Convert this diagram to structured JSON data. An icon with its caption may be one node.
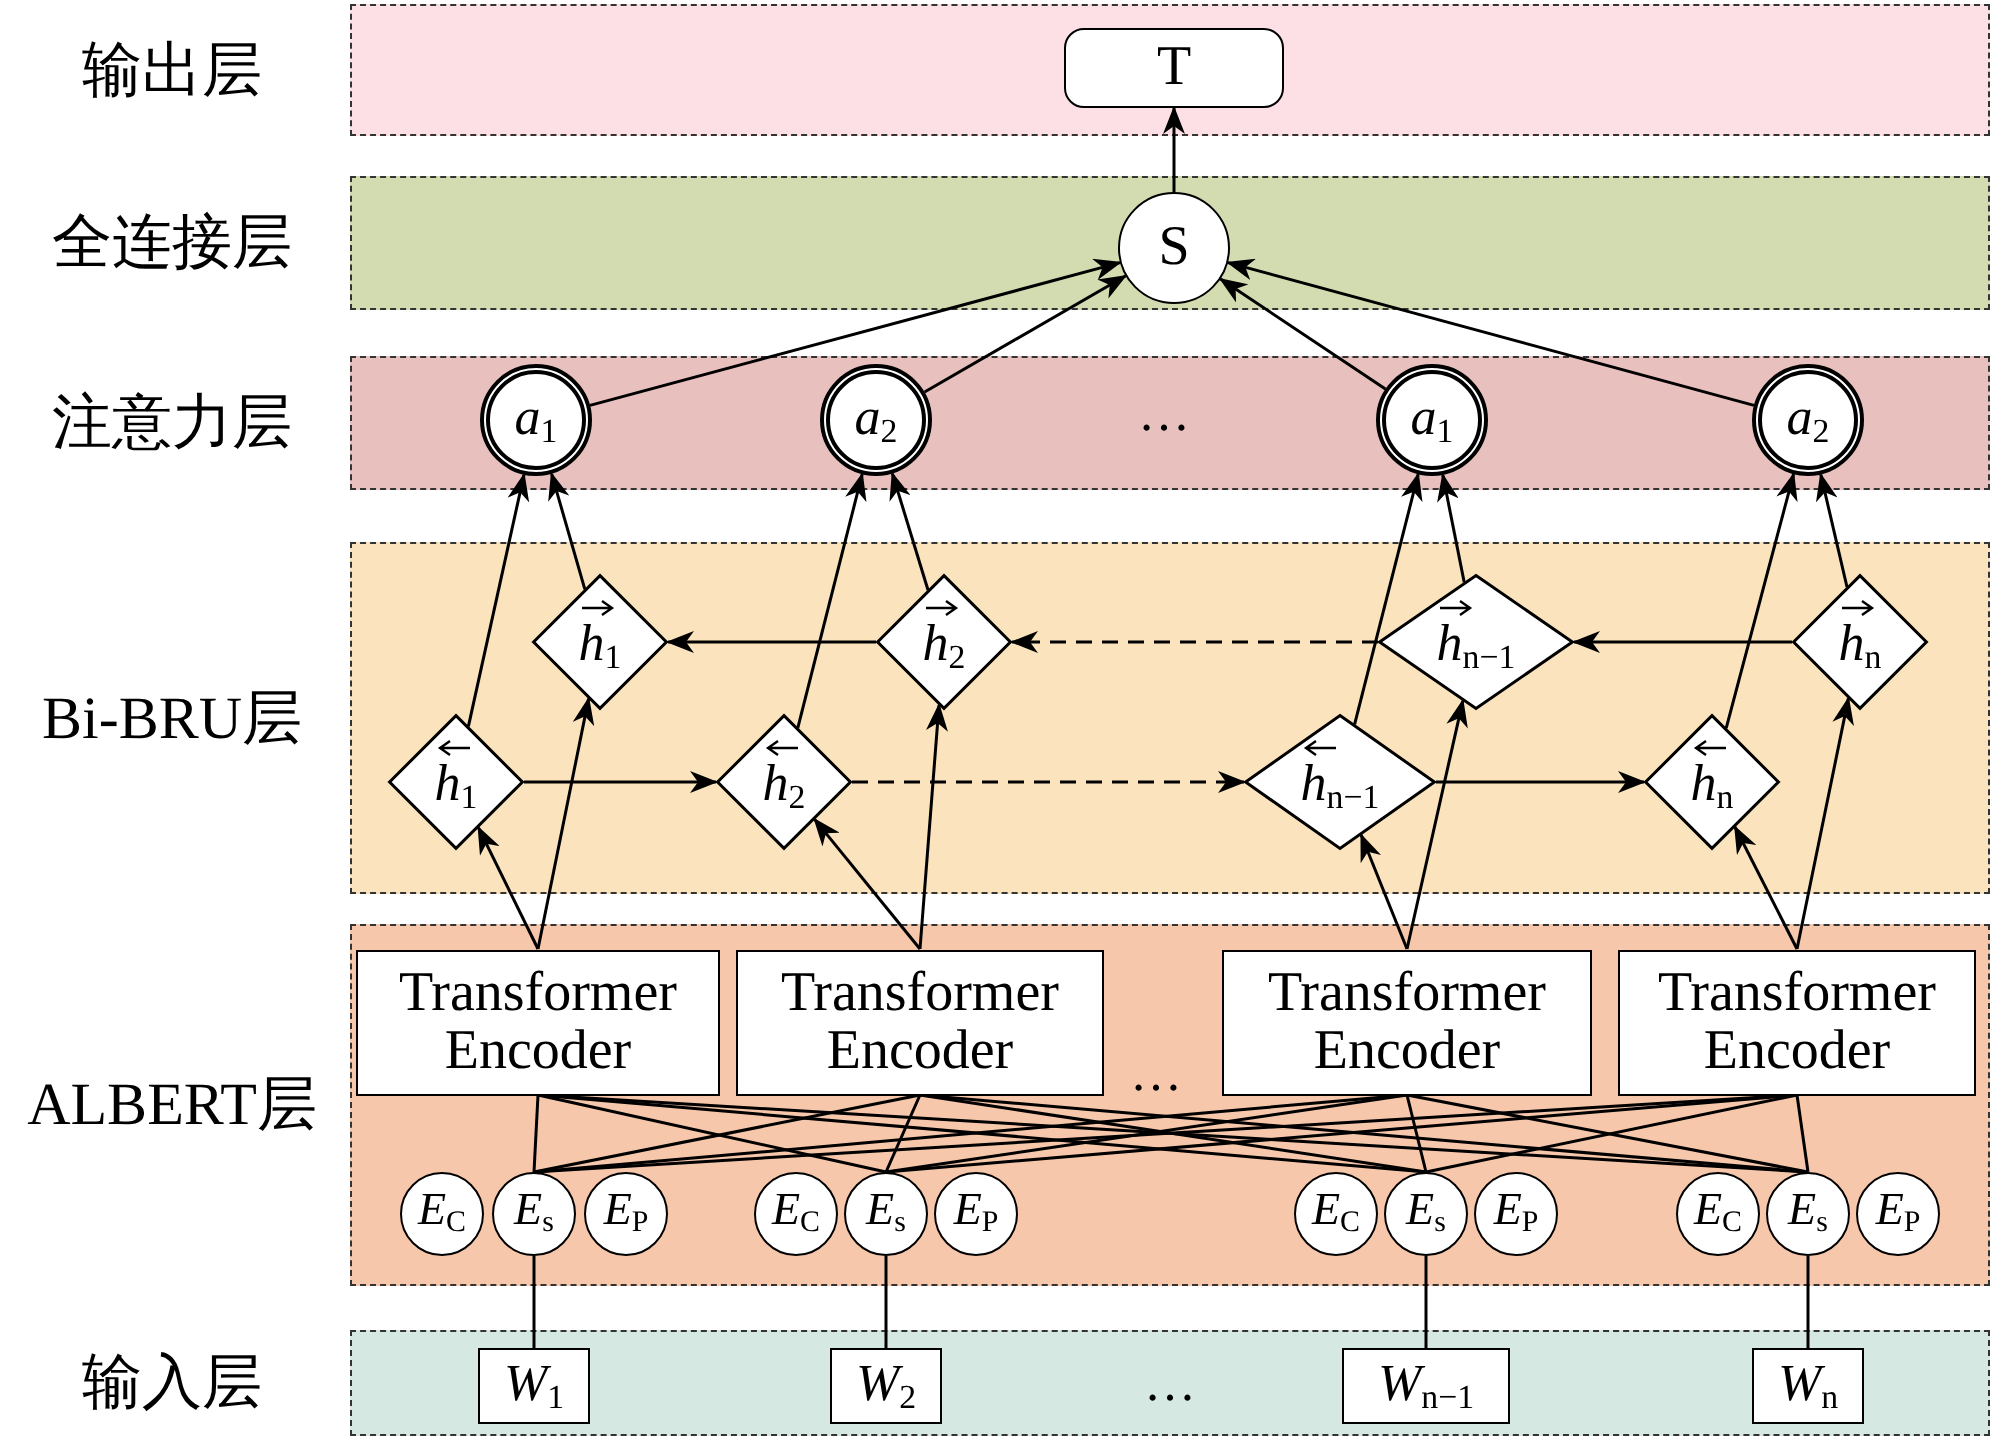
{
  "diagram": {
    "nodes": [
      {
        "text": [
          "输出层"
        ]
      },
      {
        "text": [
          "T"
        ],
        "in": 0
      },
      {
        "text": [
          "全连接层"
        ]
      },
      {
        "text": [
          "S"
        ],
        "in": 2
      },
      {
        "text": [
          "注意力层"
        ]
      },
      {
        "text": [
          "*a*$_{1}$"
        ],
        "in": 4
      },
      {
        "text": [
          "*a*$_{2}$"
        ],
        "in": 4
      },
      {
        "text": [
          "*a*$_{1}$"
        ],
        "in": 4
      },
      {
        "text": [
          "*a*$_{2}$"
        ],
        "in": 4
      },
      {
        "text": [
          "Bi-BRU层"
        ]
      },
      {
        "text": [
          "*h*$_{1}$"
        ],
        "in": 9
      },
      {
        "text": [
          "*h*$_{2}$"
        ],
        "in": 9
      },
      {
        "text": [
          "*h*$_{n−1}$"
        ],
        "in": 9
      },
      {
        "text": [
          "*h*$_{n}$"
        ],
        "in": 9
      },
      {
        "text": [
          "*h*$_{1}$"
        ],
        "in": 9
      },
      {
        "text": [
          "*h*$_{2}$"
        ],
        "in": 9
      },
      {
        "text": [
          "*h*$_{n−1}$"
        ],
        "in": 9
      },
      {
        "text": [
          "*h*$_{n}$"
        ],
        "in": 9
      },
      {
        "text": [
          "ALBERT层"
        ]
      },
      {
        "text": [
          "Transformer Encoder"
        ],
        "in": 18
      },
      {
        "text": [
          "Transformer Encoder"
        ],
        "in": 18
      },
      {
        "text": [
          "Transformer Encoder"
        ],
        "in": 18
      },
      {
        "text": [
          "Transformer Encoder"
        ],
        "in": 18
      },
      {
        "text": [
          "*E*$_{C}$"
        ],
        "in": 18
      },
      {
        "text": [
          "*E*$_{s}$"
        ],
        "in": 18
      },
      {
        "text": [
          "*E*$_{P}$"
        ],
        "in": 18
      },
      {
        "text": [
          "*E*$_{C}$"
        ],
        "in": 18
      },
      {
        "text": [
          "*E*$_{s}$"
        ],
        "in": 18
      },
      {
        "text": [
          "*E*$_{P}$"
        ],
        "in": 18
      },
      {
        "text": [
          "*E*$_{C}$"
        ],
        "in": 18
      },
      {
        "text": [
          "*E*$_{s}$"
        ],
        "in": 18
      },
      {
        "text": [
          "*E*$_{P}$"
        ],
        "in": 18
      },
      {
        "text": [
          "*E*$_{C}$"
        ],
        "in": 18
      },
      {
        "text": [
          "*E*$_{s}$"
        ],
        "in": 18
      },
      {
        "text": [
          "*E*$_{P}$"
        ],
        "in": 18
      },
      {
        "text": [
          "输入层"
        ]
      },
      {
        "text": [
          "*W*$_{1}$"
        ],
        "in": 35
      },
      {
        "text": [
          "*W*$_{2}$"
        ],
        "in": 35
      },
      {
        "text": [
          "*W*$_{n−1}$"
        ],
        "in": 35
      },
      {
        "text": [
          "*W*$_{n}$"
        ],
        "in": 35
      }
    ],
    "edges": [
      {
        "from": 3,
        "to": 1,
        "arrow": "to"
      },
      {
        "from": 5,
        "to": 3,
        "arrow": "to"
      },
      {
        "from": 6,
        "to": 3,
        "arrow": "to"
      },
      {
        "from": 7,
        "to": 3,
        "arrow": "to"
      },
      {
        "from": 8,
        "to": 3,
        "arrow": "to"
      },
      {
        "from": 11,
        "to": 10,
        "arrow": "to"
      },
      {
        "from": 12,
        "to": 11,
        "arrow": "to",
        "style": "dashed"
      },
      {
        "from": 13,
        "to": 12,
        "arrow": "to"
      },
      {
        "from": 14,
        "to": 15,
        "arrow": "to"
      },
      {
        "from": 15,
        "to": 16,
        "arrow": "to",
        "style": "dashed"
      },
      {
        "from": 16,
        "to": 17,
        "arrow": "to"
      },
      {
        "from": 14,
        "to": 5,
        "arrow": "to"
      },
      {
        "from": 10,
        "to": 5,
        "arrow": "to"
      },
      {
        "from": 15,
        "to": 6,
        "arrow": "to"
      },
      {
        "from": 11,
        "to": 6,
        "arrow": "to"
      },
      {
        "from": 16,
        "to": 7,
        "arrow": "to"
      },
      {
        "from": 12,
        "to": 7,
        "arrow": "to"
      },
      {
        "from": 17,
        "to": 8,
        "arrow": "to"
      },
      {
        "from": 13,
        "to": 8,
        "arrow": "to"
      },
      {
        "from": 19,
        "to": 14,
        "arrow": "to"
      },
      {
        "from": 19,
        "to": 10,
        "arrow": "to"
      },
      {
        "from": 20,
        "to": 15,
        "arrow": "to"
      },
      {
        "from": 20,
        "to": 11,
        "arrow": "to"
      },
      {
        "from": 21,
        "to": 16,
        "arrow": "to"
      },
      {
        "from": 21,
        "to": 12,
        "arrow": "to"
      },
      {
        "from": 22,
        "to": 17,
        "arrow": "to"
      },
      {
        "from": 22,
        "to": 13,
        "arrow": "to"
      },
      {
        "from": 24,
        "to": 19,
        "arrow": "none"
      },
      {
        "from": 27,
        "to": 19,
        "arrow": "none"
      },
      {
        "from": 30,
        "to": 19,
        "arrow": "none"
      },
      {
        "from": 33,
        "to": 19,
        "arrow": "none"
      },
      {
        "from": 24,
        "to": 20,
        "arrow": "none"
      },
      {
        "from": 27,
        "to": 20,
        "arrow": "none"
      },
      {
        "from": 30,
        "to": 20,
        "arrow": "none"
      },
      {
        "from": 33,
        "to": 20,
        "arrow": "none"
      },
      {
        "from": 24,
        "to": 21,
        "arrow": "none"
      },
      {
        "from": 27,
        "to": 21,
        "arrow": "none"
      },
      {
        "from": 30,
        "to": 21,
        "arrow": "none"
      },
      {
        "from": 33,
        "to": 21,
        "arrow": "none"
      },
      {
        "from": 24,
        "to": 22,
        "arrow": "none"
      },
      {
        "from": 27,
        "to": 22,
        "arrow": "none"
      },
      {
        "from": 30,
        "to": 22,
        "arrow": "none"
      },
      {
        "from": 33,
        "to": 22,
        "arrow": "none"
      },
      {
        "from": 36,
        "to": 24,
        "arrow": "none"
      },
      {
        "from": 37,
        "to": 27,
        "arrow": "none"
      },
      {
        "from": 38,
        "to": 30,
        "arrow": "none"
      },
      {
        "from": 39,
        "to": 33,
        "arrow": "none"
      }
    ],
    "labels": [
      "…",
      "…",
      "…"
    ]
  }
}
